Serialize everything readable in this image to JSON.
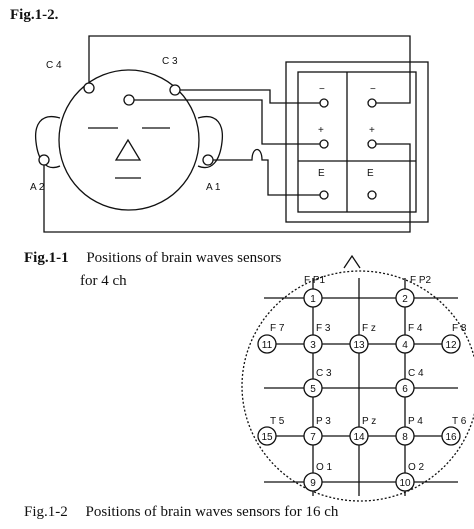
{
  "header": {
    "fig_title": "Fig.1-2."
  },
  "fig1": {
    "caption_prefix": "Fig.1-1",
    "caption_line1": "Positions of brain waves sensors",
    "caption_line2": "for 4 ch",
    "labels": {
      "c4": "C 4",
      "c3": "C 3",
      "a2": "A 2",
      "a1": "A 1"
    },
    "panel_symbols": {
      "minus": "−",
      "plus": "+",
      "e": "E"
    }
  },
  "fig2": {
    "caption_prefix": "Fig.1-2",
    "caption_text": "Positions of brain waves sensors for 16 ch",
    "electrodes": [
      "1",
      "2",
      "3",
      "4",
      "5",
      "6",
      "7",
      "8",
      "9",
      "10",
      "11",
      "12",
      "13",
      "14",
      "15",
      "16"
    ],
    "region_labels": {
      "fp1": "F P1",
      "fp2": "F P2",
      "f7": "F 7",
      "f3": "F 3",
      "fz": "F z",
      "f4": "F 4",
      "f8": "F 8",
      "c3": "C 3",
      "c4": "C 4",
      "t5": "T 5",
      "p3": "P 3",
      "pz": "P z",
      "p4": "P 4",
      "t6": "T 6",
      "o1": "O 1",
      "o2": "O 2"
    }
  }
}
